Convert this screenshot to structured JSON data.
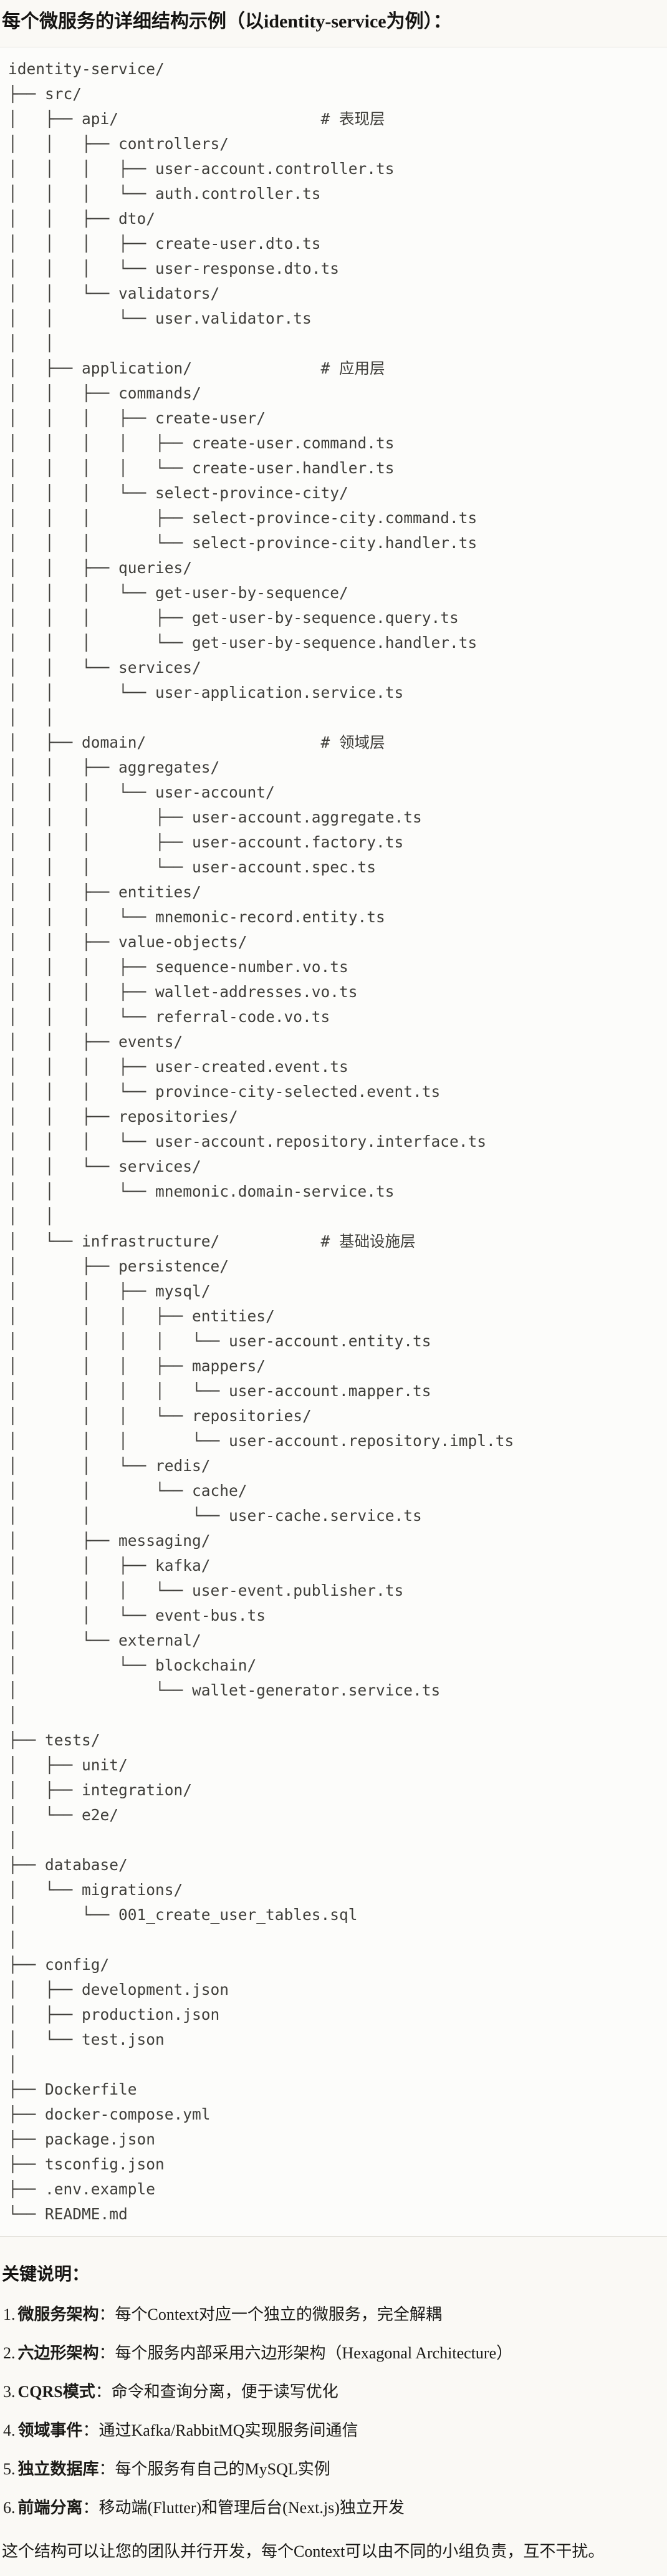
{
  "title": "每个微服务的详细结构示例（以identity-service为例）：",
  "tree": {
    "lines": [
      "identity-service/",
      "├── src/",
      "│   ├── api/                      # 表现层",
      "│   │   ├── controllers/",
      "│   │   │   ├── user-account.controller.ts",
      "│   │   │   └── auth.controller.ts",
      "│   │   ├── dto/",
      "│   │   │   ├── create-user.dto.ts",
      "│   │   │   └── user-response.dto.ts",
      "│   │   └── validators/",
      "│   │       └── user.validator.ts",
      "│   │",
      "│   ├── application/              # 应用层",
      "│   │   ├── commands/",
      "│   │   │   ├── create-user/",
      "│   │   │   │   ├── create-user.command.ts",
      "│   │   │   │   └── create-user.handler.ts",
      "│   │   │   └── select-province-city/",
      "│   │   │       ├── select-province-city.command.ts",
      "│   │   │       └── select-province-city.handler.ts",
      "│   │   ├── queries/",
      "│   │   │   └── get-user-by-sequence/",
      "│   │   │       ├── get-user-by-sequence.query.ts",
      "│   │   │       └── get-user-by-sequence.handler.ts",
      "│   │   └── services/",
      "│   │       └── user-application.service.ts",
      "│   │",
      "│   ├── domain/                   # 领域层",
      "│   │   ├── aggregates/",
      "│   │   │   └── user-account/",
      "│   │   │       ├── user-account.aggregate.ts",
      "│   │   │       ├── user-account.factory.ts",
      "│   │   │       └── user-account.spec.ts",
      "│   │   ├── entities/",
      "│   │   │   └── mnemonic-record.entity.ts",
      "│   │   ├── value-objects/",
      "│   │   │   ├── sequence-number.vo.ts",
      "│   │   │   ├── wallet-addresses.vo.ts",
      "│   │   │   └── referral-code.vo.ts",
      "│   │   ├── events/",
      "│   │   │   ├── user-created.event.ts",
      "│   │   │   └── province-city-selected.event.ts",
      "│   │   ├── repositories/",
      "│   │   │   └── user-account.repository.interface.ts",
      "│   │   └── services/",
      "│   │       └── mnemonic.domain-service.ts",
      "│   │",
      "│   └── infrastructure/           # 基础设施层",
      "│       ├── persistence/",
      "│       │   ├── mysql/",
      "│       │   │   ├── entities/",
      "│       │   │   │   └── user-account.entity.ts",
      "│       │   │   ├── mappers/",
      "│       │   │   │   └── user-account.mapper.ts",
      "│       │   │   └── repositories/",
      "│       │   │       └── user-account.repository.impl.ts",
      "│       │   └── redis/",
      "│       │       └── cache/",
      "│       │           └── user-cache.service.ts",
      "│       ├── messaging/",
      "│       │   ├── kafka/",
      "│       │   │   └── user-event.publisher.ts",
      "│       │   └── event-bus.ts",
      "│       └── external/",
      "│           └── blockchain/",
      "│               └── wallet-generator.service.ts",
      "│",
      "├── tests/",
      "│   ├── unit/",
      "│   ├── integration/",
      "│   └── e2e/",
      "│",
      "├── database/",
      "│   └── migrations/",
      "│       └── 001_create_user_tables.sql",
      "│",
      "├── config/",
      "│   ├── development.json",
      "│   ├── production.json",
      "│   └── test.json",
      "│",
      "├── Dockerfile",
      "├── docker-compose.yml",
      "├── package.json",
      "├── tsconfig.json",
      "├── .env.example",
      "└── README.md"
    ]
  },
  "notes": {
    "heading": "关键说明：",
    "items": [
      {
        "num": "1.",
        "term": "微服务架构",
        "sep": "：",
        "desc": "每个Context对应一个独立的微服务，完全解耦"
      },
      {
        "num": "2.",
        "term": "六边形架构",
        "sep": "：",
        "desc": "每个服务内部采用六边形架构（Hexagonal Architecture）"
      },
      {
        "num": "3.",
        "term": "CQRS模式",
        "sep": "：",
        "desc": "命令和查询分离，便于读写优化"
      },
      {
        "num": "4.",
        "term": "领域事件",
        "sep": "：",
        "desc": "通过Kafka/RabbitMQ实现服务间通信"
      },
      {
        "num": "5.",
        "term": "独立数据库",
        "sep": "：",
        "desc": "每个服务有自己的MySQL实例"
      },
      {
        "num": "6.",
        "term": "前端分离",
        "sep": "：",
        "desc": "移动端(Flutter)和管理后台(Next.js)独立开发"
      }
    ],
    "footer": "这个结构可以让您的团队并行开发，每个Context可以由不同的小组负责，互不干扰。"
  },
  "comments": [
    "# 表现层",
    "# 应用层",
    "# 领域层",
    "# 基础设施层"
  ],
  "colors": {
    "page_bg": "#FAF9F5",
    "code_bg": "#FCFCFA",
    "code_border": "#E5E3DD",
    "code_text": "#3F3E3A",
    "text": "#1B1A17"
  }
}
